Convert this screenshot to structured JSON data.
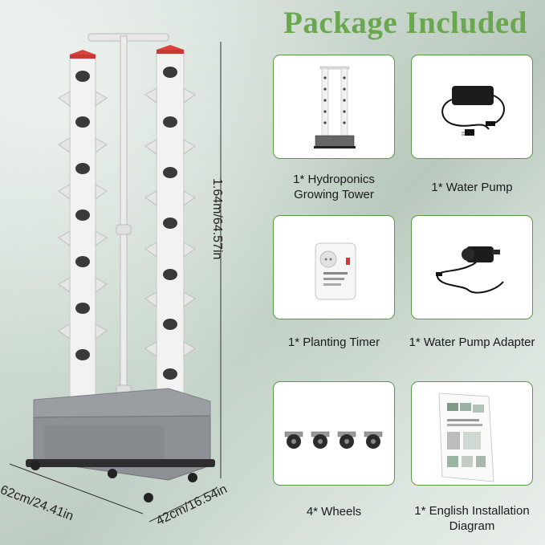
{
  "header": {
    "title": "Package Included"
  },
  "dimensions": {
    "height": "1.64m/64.57in",
    "width": "62cm/24.41in",
    "depth": "42cm/16.54in"
  },
  "items": [
    {
      "caption": "1* Hydroponics\nGrowing Tower",
      "icon": "tower-thumbnail"
    },
    {
      "caption": "1* Water Pump",
      "icon": "power-adapter"
    },
    {
      "caption": "1* Planting Timer",
      "icon": "timer"
    },
    {
      "caption": "1* Water Pump Adapter",
      "icon": "water-pump"
    },
    {
      "caption": "4* Wheels",
      "icon": "caster-wheels"
    },
    {
      "caption": "1* English Installation\nDiagram",
      "icon": "manual"
    }
  ],
  "colors": {
    "accent": "#6aa84f",
    "card_border": "#5a9a45"
  }
}
